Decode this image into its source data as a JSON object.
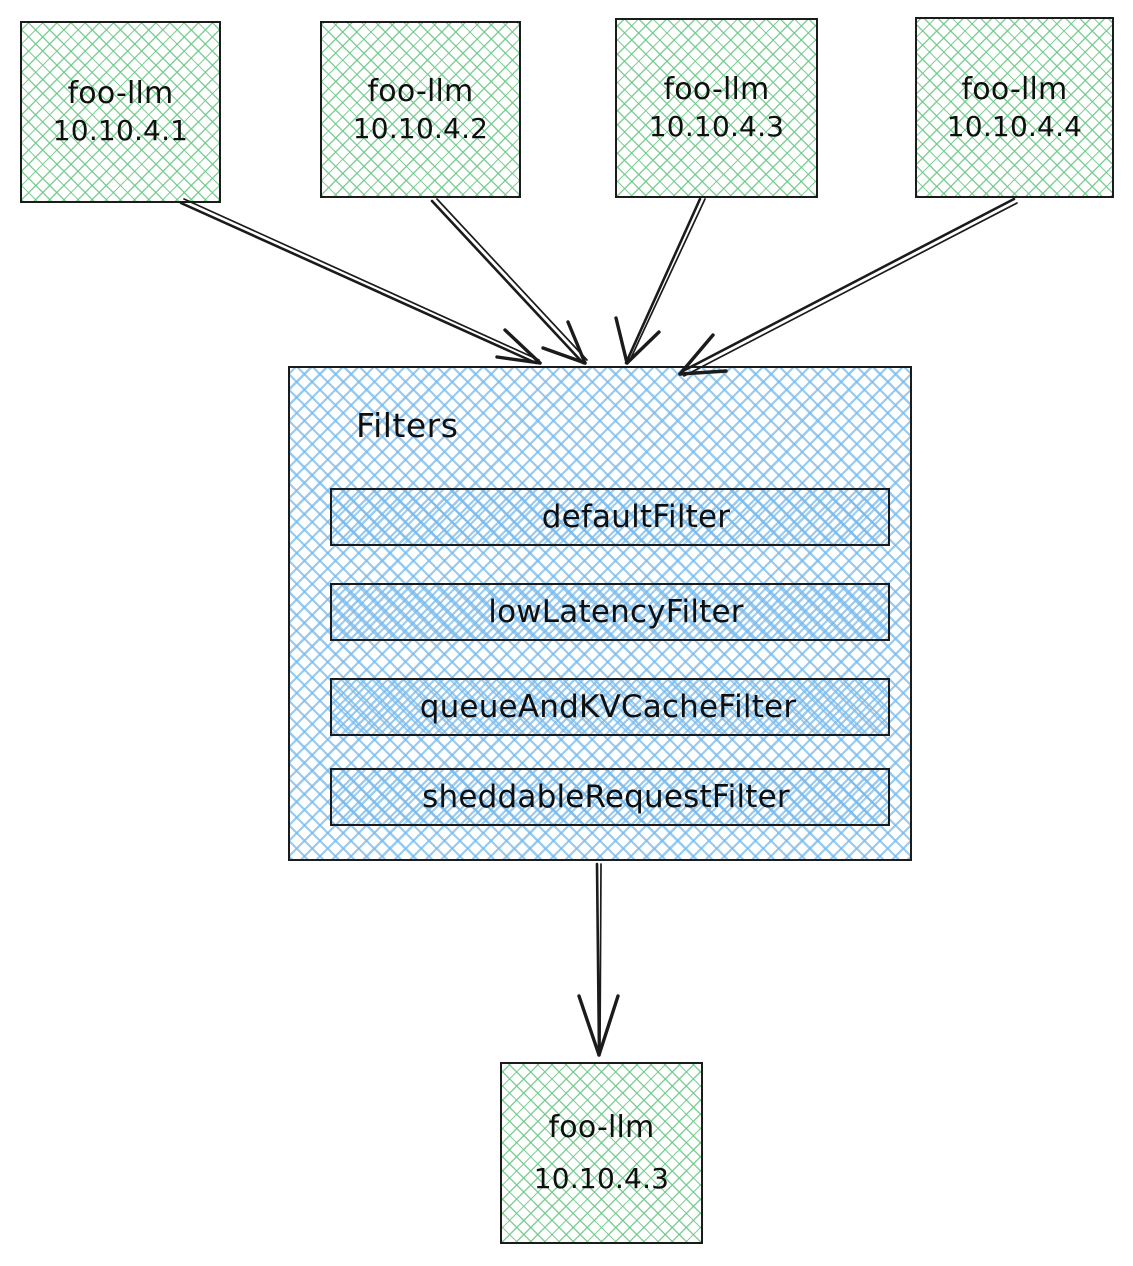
{
  "diagram": {
    "type": "flow-diagram",
    "style": "hand-drawn-sketch",
    "colors": {
      "node_pod_hatch": "#6ec887",
      "node_filters_hatch": "#78b9eb",
      "stroke": "#1b1b1b",
      "background": "#ffffff"
    },
    "sources": [
      {
        "name": "foo-llm",
        "address": "10.10.4.1"
      },
      {
        "name": "foo-llm",
        "address": "10.10.4.2"
      },
      {
        "name": "foo-llm",
        "address": "10.10.4.3"
      },
      {
        "name": "foo-llm",
        "address": "10.10.4.4"
      }
    ],
    "filters_block": {
      "title": "Filters",
      "rows": [
        {
          "label": "defaultFilter"
        },
        {
          "label": "lowLatencyFilter"
        },
        {
          "label": "queueAndKVCacheFilter"
        },
        {
          "label": "sheddableRequestFilter"
        }
      ]
    },
    "result": {
      "name": "foo-llm",
      "address": "10.10.4.3"
    },
    "edges": [
      {
        "from": "10.10.4.1",
        "to": "Filters"
      },
      {
        "from": "10.10.4.2",
        "to": "Filters"
      },
      {
        "from": "10.10.4.3",
        "to": "Filters"
      },
      {
        "from": "10.10.4.4",
        "to": "Filters"
      },
      {
        "from": "Filters",
        "to": "10.10.4.3"
      }
    ]
  }
}
